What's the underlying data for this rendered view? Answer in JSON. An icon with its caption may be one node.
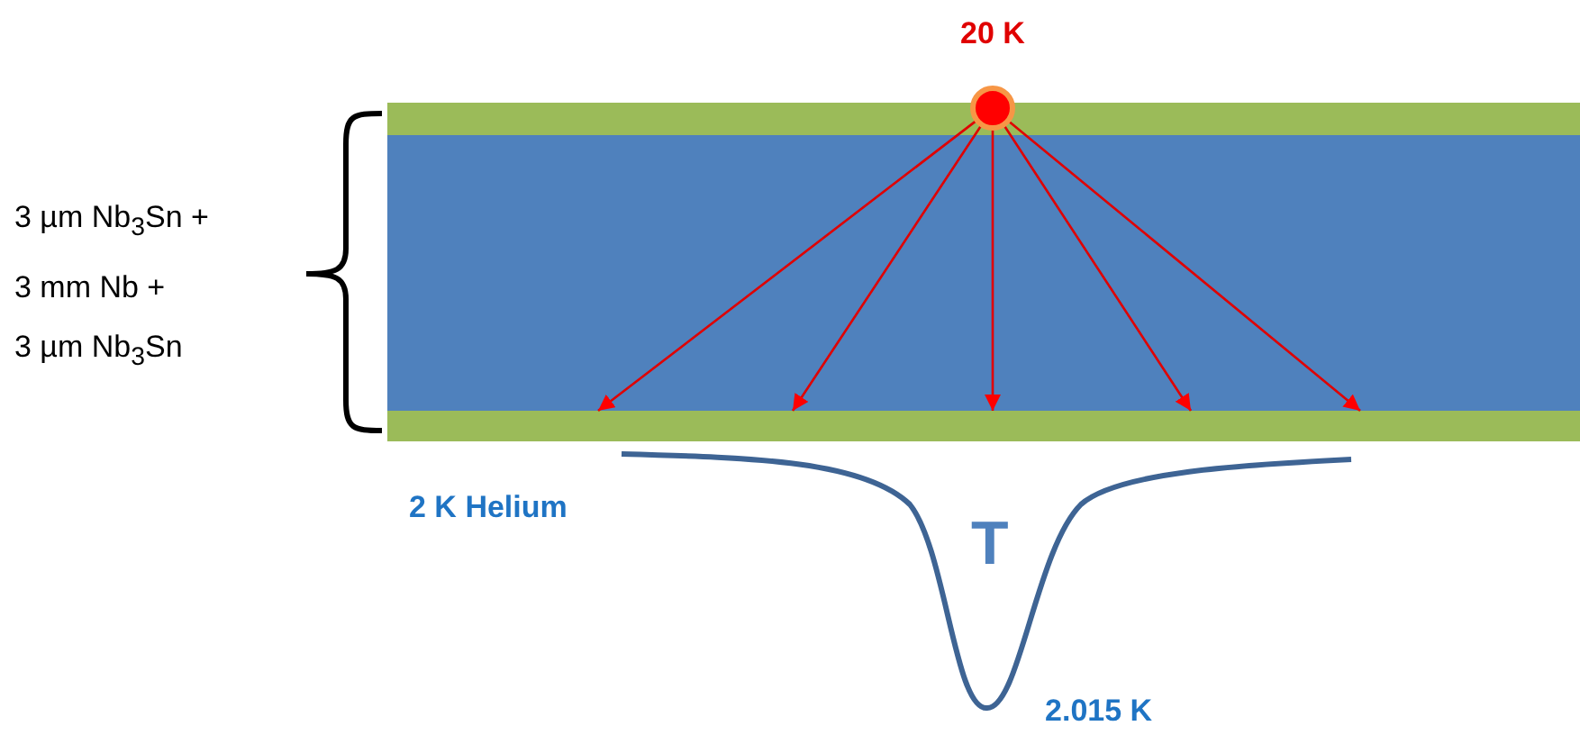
{
  "diagram": {
    "nodes": [
      {
        "text": [],
        "shape": "circle",
        "beside": [
          "20 K"
        ]
      },
      {
        "text": [],
        "shape": "bar"
      }
    ],
    "edges": [
      {
        "from": 0,
        "to": 1,
        "arrow": "to"
      },
      {
        "from": 0,
        "to": 1,
        "arrow": "to"
      },
      {
        "from": 0,
        "to": 1,
        "arrow": "to"
      },
      {
        "from": 0,
        "to": 1,
        "arrow": "to"
      },
      {
        "from": 0,
        "to": 1,
        "arrow": "to"
      }
    ],
    "labels": [
      "3 µm Nb$_{3}$Sn + 3 mm Nb + 3 µm Nb$_{3}$Sn",
      "2 K Helium",
      "T",
      "2.015 K"
    ]
  }
}
